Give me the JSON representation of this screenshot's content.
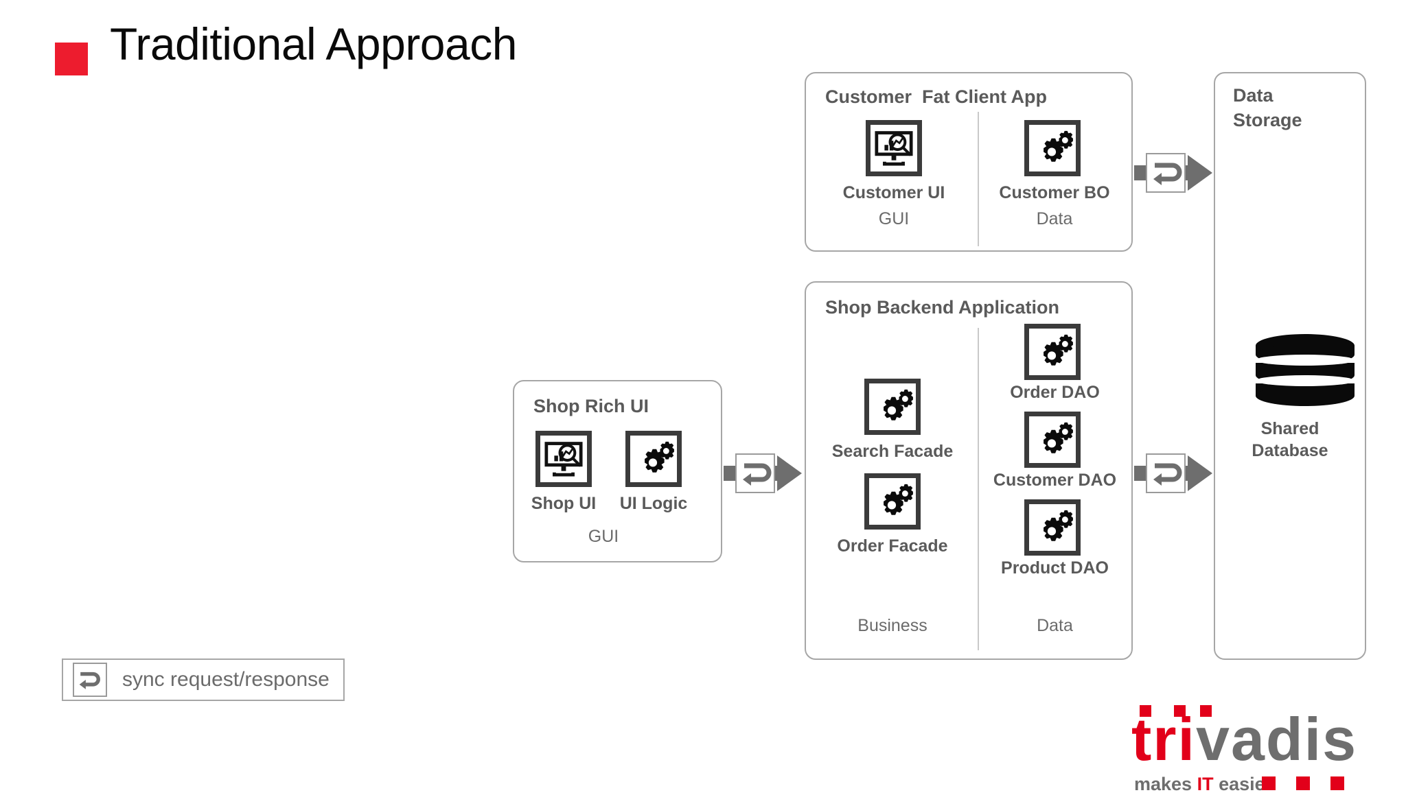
{
  "slide": {
    "title": "Traditional Approach",
    "bullet_color": "#ED1C2E"
  },
  "panels": {
    "customer_fat_client": {
      "title": "Customer  Fat Client App",
      "columns": [
        {
          "layer_label": "GUI",
          "components": [
            {
              "label": "Customer UI",
              "icon": "ui-monitor-search-icon"
            }
          ]
        },
        {
          "layer_label": "Data",
          "components": [
            {
              "label": "Customer BO",
              "icon": "gears-icon"
            }
          ]
        }
      ]
    },
    "shop_rich_ui": {
      "title": "Shop Rich UI",
      "layer_label": "GUI",
      "components": [
        {
          "label": "Shop UI",
          "icon": "ui-monitor-search-icon"
        },
        {
          "label": "UI Logic",
          "icon": "gears-icon"
        }
      ]
    },
    "shop_backend": {
      "title": "Shop Backend Application",
      "columns": [
        {
          "layer_label": "Business",
          "components": [
            {
              "label": "Search Facade",
              "icon": "gears-icon"
            },
            {
              "label": "Order Facade",
              "icon": "gears-icon"
            }
          ]
        },
        {
          "layer_label": "Data",
          "components": [
            {
              "label": "Order DAO",
              "icon": "gears-icon"
            },
            {
              "label": "Customer DAO",
              "icon": "gears-icon"
            },
            {
              "label": "Product DAO",
              "icon": "gears-icon"
            }
          ]
        }
      ]
    },
    "data_storage": {
      "title": "Data\nStorage",
      "components": [
        {
          "label": "Shared\nDatabase",
          "icon": "database-cylinder-icon"
        }
      ]
    }
  },
  "connectors": [
    {
      "name": "shop-rich-ui-to-backend",
      "icon": "sync-loop-icon",
      "kind": "sync request/response"
    },
    {
      "name": "customer-app-to-storage",
      "icon": "sync-loop-icon",
      "kind": "sync request/response"
    },
    {
      "name": "backend-to-storage",
      "icon": "sync-loop-icon",
      "kind": "sync request/response"
    }
  ],
  "legend": {
    "icon": "sync-loop-icon",
    "label": "sync request/response"
  },
  "logo": {
    "brand_part1": "tri",
    "brand_part2": "vadis",
    "tagline_pre": "makes ",
    "tagline_mid": "IT",
    "tagline_post": " easier.",
    "brand_color": "#E2001A",
    "gray_color": "#6E6E6E"
  }
}
